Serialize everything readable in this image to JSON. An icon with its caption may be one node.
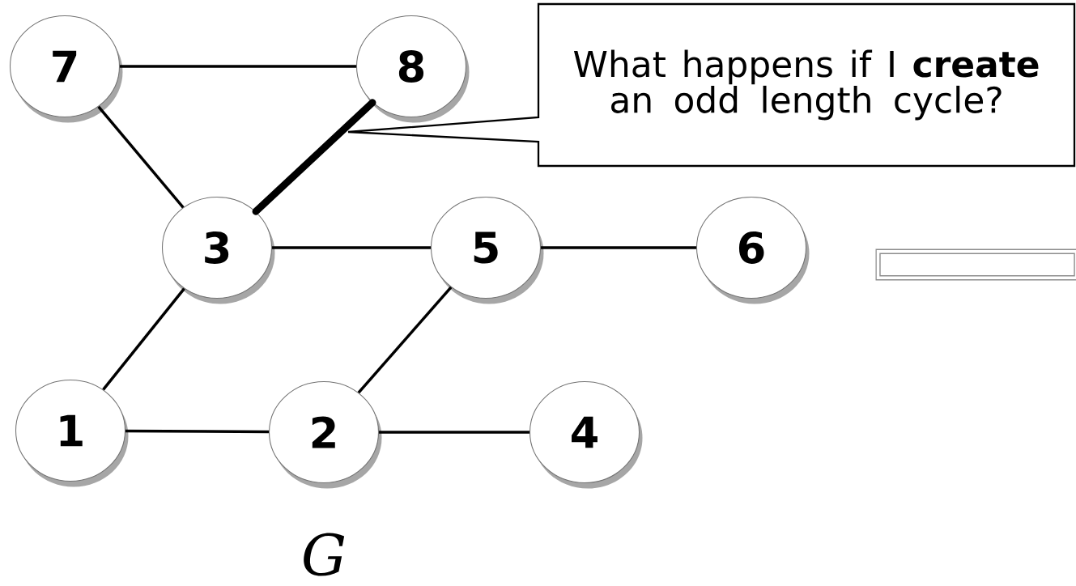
{
  "diagram": {
    "nodes": [
      {
        "text": [
          "7"
        ]
      },
      {
        "text": [
          "8"
        ]
      },
      {
        "text": [
          "What happens if I **create** an odd length cycle?"
        ]
      },
      {
        "text": [
          "3"
        ]
      },
      {
        "text": [
          "5"
        ]
      },
      {
        "text": [
          "6"
        ]
      },
      {
        "text": [],
        "shape": "box"
      },
      {
        "text": [
          "1"
        ]
      },
      {
        "text": [
          "2"
        ]
      },
      {
        "text": [
          "4"
        ]
      }
    ],
    "edges": [
      {
        "from": 0,
        "to": 1,
        "arrow": "none"
      },
      {
        "from": 0,
        "to": 3,
        "arrow": "none"
      },
      {
        "from": 3,
        "to": 1,
        "arrow": "none",
        "style": "thick"
      },
      {
        "from": 3,
        "to": 4,
        "arrow": "none"
      },
      {
        "from": 4,
        "to": 5,
        "arrow": "none"
      },
      {
        "from": 3,
        "to": 7,
        "arrow": "none"
      },
      {
        "from": 4,
        "to": 8,
        "arrow": "none"
      },
      {
        "from": 7,
        "to": 8,
        "arrow": "none"
      },
      {
        "from": 8,
        "to": 9,
        "arrow": "none"
      }
    ],
    "caption": "G"
  }
}
